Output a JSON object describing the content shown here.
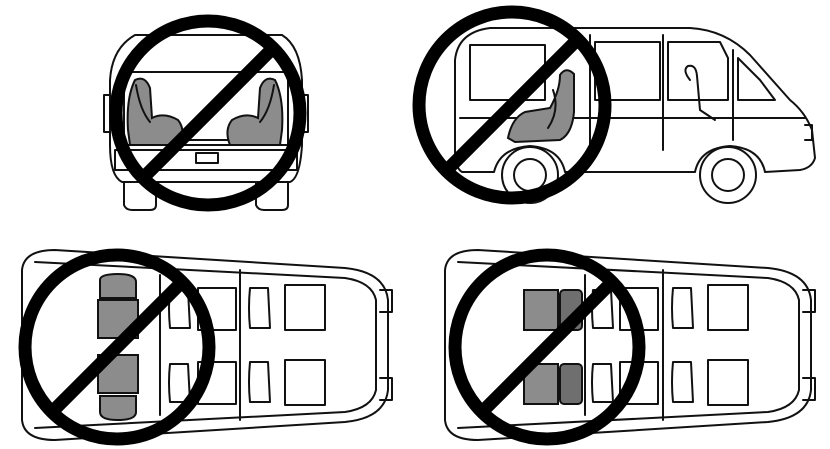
{
  "figure": {
    "panels": [
      {
        "id": "rear-view",
        "symbol": "prohibition-icon"
      },
      {
        "id": "side-view",
        "symbol": "prohibition-icon"
      },
      {
        "id": "top-view-rear-facing",
        "symbol": "prohibition-icon"
      },
      {
        "id": "top-view-side-mounted",
        "symbol": "prohibition-icon"
      }
    ],
    "colors": {
      "outline": "#111111",
      "seat_fill": "#8c8c8c",
      "seat_dark": "#6f6f6f",
      "background": "#ffffff"
    }
  }
}
